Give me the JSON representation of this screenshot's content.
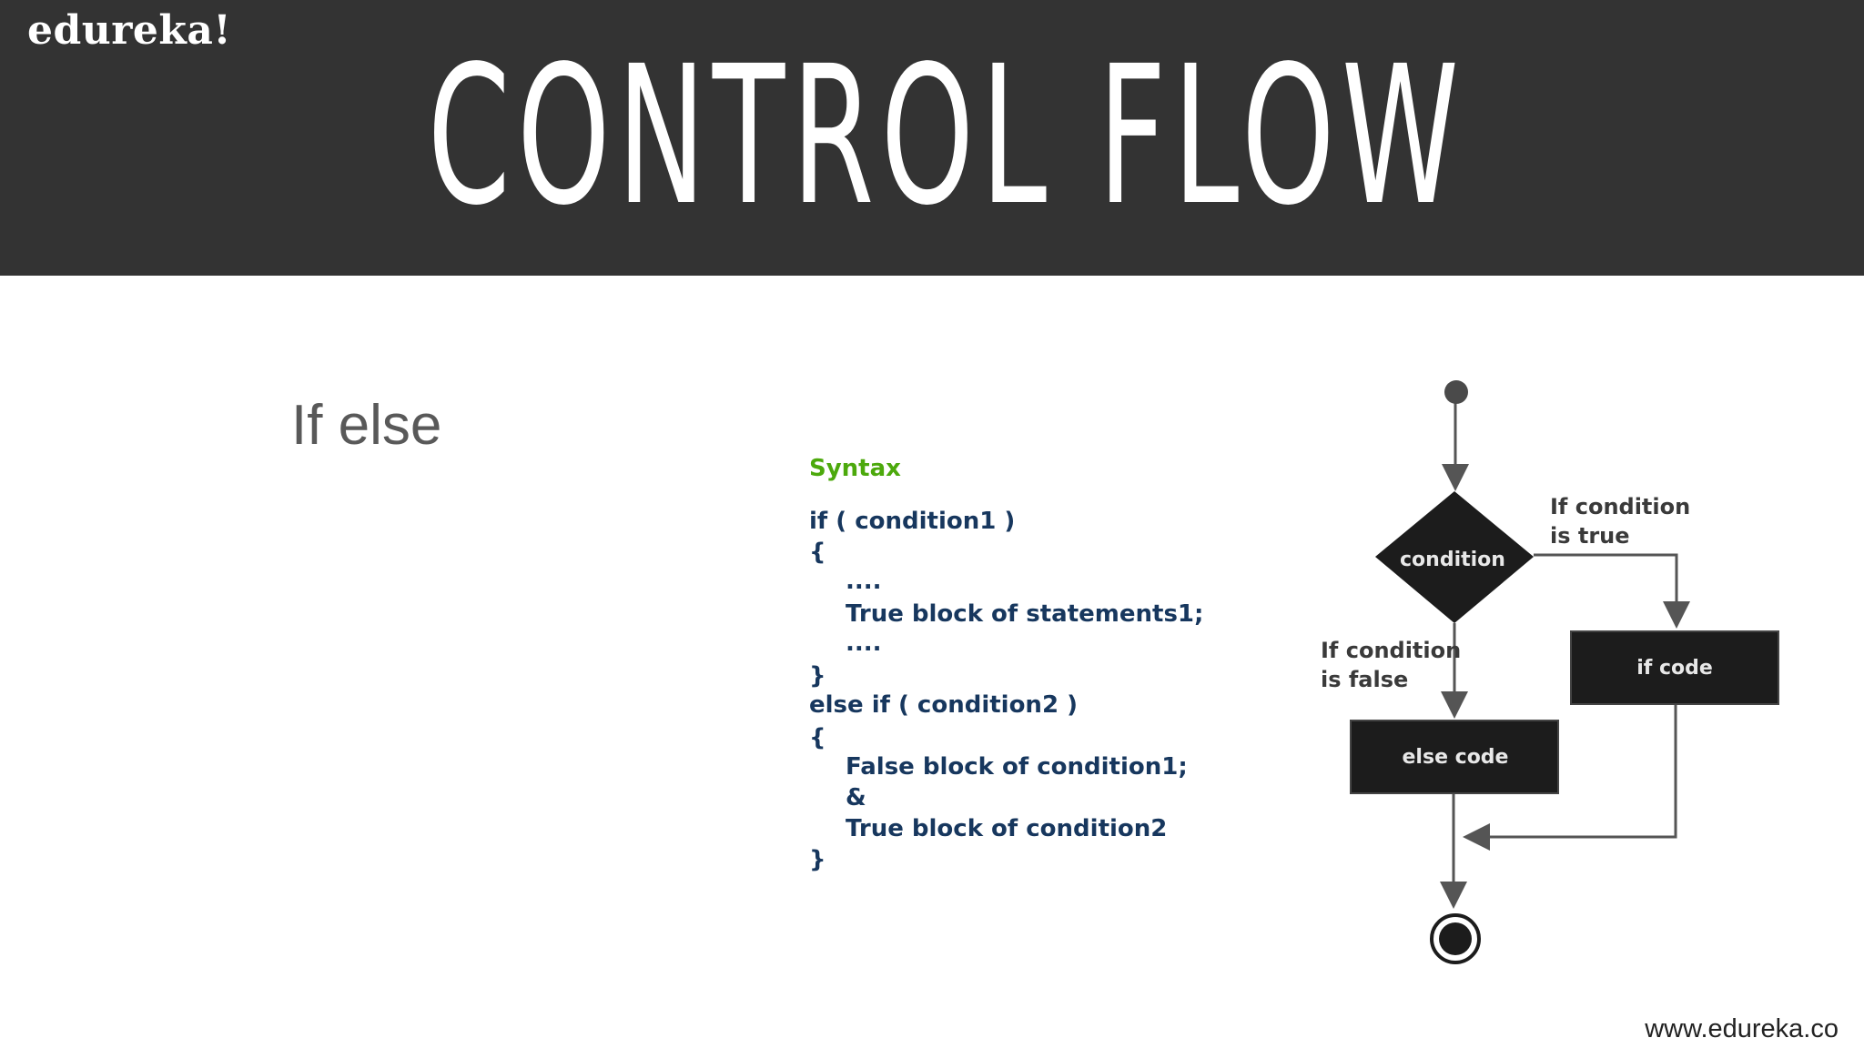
{
  "header": {
    "brand": "edureka!",
    "title": "CONTROL FLOW"
  },
  "slide": {
    "subtitle": "If else"
  },
  "syntax": {
    "heading": "Syntax",
    "lines": [
      "if ( condition1 )",
      "{",
      "....",
      "True block of statements1;",
      "....",
      "}",
      "else if ( condition2 )",
      "{",
      "False block of condition1;",
      "&",
      "True block of condition2",
      "}"
    ]
  },
  "flowchart": {
    "decision_label": "condition",
    "true_label_line1": "If condition",
    "true_label_line2": "is true",
    "false_label_line1": "If condition",
    "false_label_line2": "is false",
    "if_box_label": "if code",
    "else_box_label": "else code",
    "colors": {
      "node_fill": "#1c1c1c",
      "node_text": "#e8e8e8",
      "line": "#555555",
      "label_text": "#3a3a3a"
    }
  },
  "footer": {
    "url": "www.edureka.co"
  }
}
